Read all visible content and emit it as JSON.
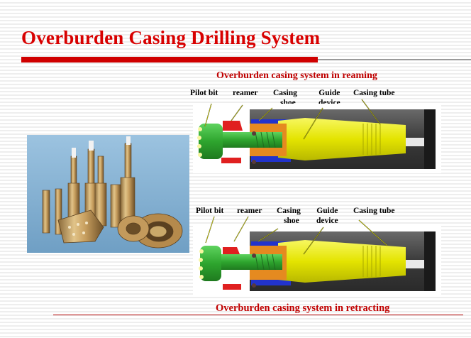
{
  "slide": {
    "title": "Overburden Casing Drilling System"
  },
  "top_diagram": {
    "caption": "Overburden casing system in reaming",
    "labels": {
      "pilot_bit": "Pilot bit",
      "reamer": "reamer",
      "casing_shoe": [
        "Casing",
        "shoe"
      ],
      "guide_device": [
        "Guide",
        "device"
      ],
      "casing_tube": "Casing tube"
    }
  },
  "bottom_diagram": {
    "caption": "Overburden casing system in retracting",
    "labels": {
      "pilot_bit": "Pilot bit",
      "reamer": "reamer",
      "casing_shoe": [
        "Casing",
        "shoe"
      ],
      "guide_device": [
        "Guide",
        "device"
      ],
      "casing_tube": "Casing tube"
    }
  },
  "colors": {
    "title_red": "#d80000",
    "casing_grey": "#4a4a4a",
    "pilot_bit_green": "#2fa92f",
    "reamer_red": "#e02020",
    "casing_shoe_blue": "#2233cc",
    "guide_yellow": "#e8e80a",
    "photo_background": "#8ab6d6"
  }
}
